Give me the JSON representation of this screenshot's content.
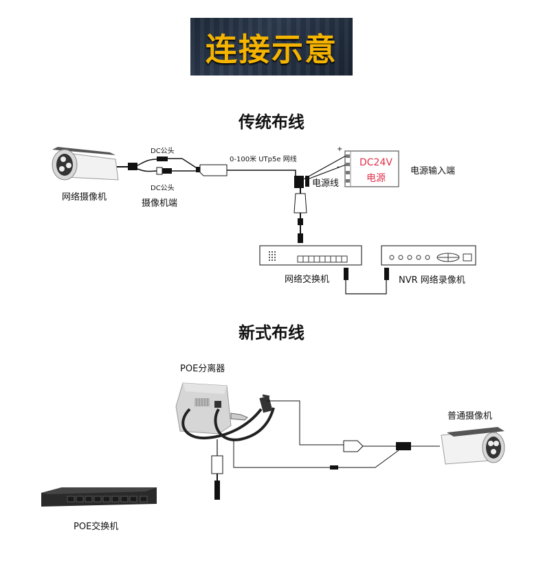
{
  "banner": {
    "title": "连接示意"
  },
  "traditional": {
    "title": "传统布线",
    "camera_label": "网络摄像机",
    "dc_male_top": "DC公头",
    "dc_male_bottom": "DC公头",
    "camera_end": "摄像机端",
    "cable_label": "0-100米 UTp5e 网线",
    "plus": "+",
    "minus": "-",
    "psu_line1": "DC24V",
    "psu_line2": "电源",
    "power_line": "电源线",
    "power_input": "电源输入端",
    "switch_label": "网络交换机",
    "nvr_label": "NVR 网络录像机"
  },
  "new": {
    "title": "新式布线",
    "splitter_label": "POE分离器",
    "camera_label": "普通摄像机",
    "switch_label": "POE交换机"
  },
  "colors": {
    "banner_text": "#f5b400",
    "psu_text": "#e0304a"
  }
}
